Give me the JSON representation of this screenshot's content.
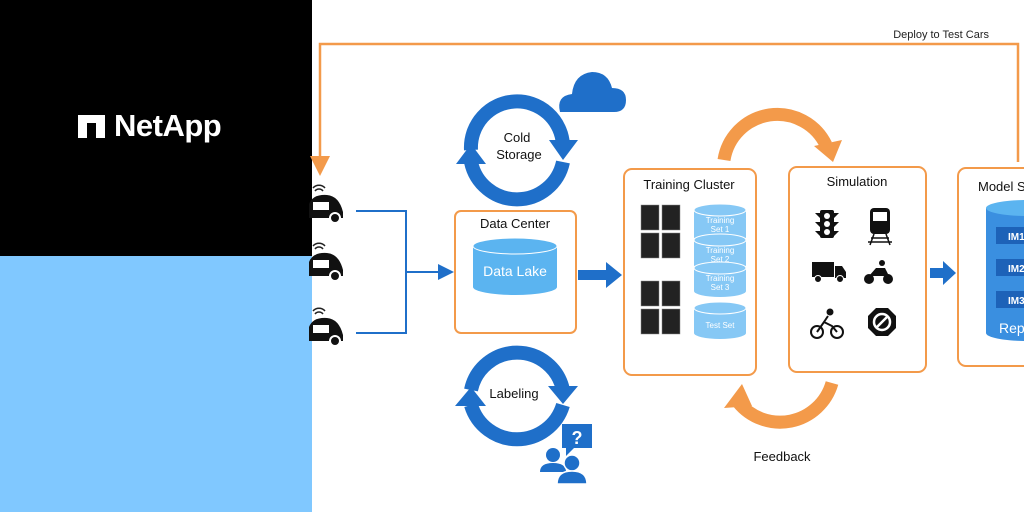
{
  "brand": {
    "name": "NetApp",
    "panel_colors": {
      "top": "#000000",
      "bottom": "#80c8ff"
    }
  },
  "colors": {
    "orange": "#f39a4a",
    "blue": "#1f6fc9",
    "light_blue": "#5bb4f0"
  },
  "diagram": {
    "deploy_label": "Deploy to Test Cars",
    "cold_storage": {
      "line1": "Cold",
      "line2": "Storage"
    },
    "data_center": {
      "title": "Data Center",
      "store": "Data Lake"
    },
    "labeling": {
      "label": "Labeling",
      "question": "?"
    },
    "training_cluster": {
      "title": "Training Cluster",
      "datasets": [
        {
          "line1": "Training",
          "line2": "Set 1"
        },
        {
          "line1": "Training",
          "line2": "Set 2"
        },
        {
          "line1": "Training",
          "line2": "Set 3"
        },
        {
          "line1": "Test Set",
          "line2": ""
        }
      ]
    },
    "simulation": {
      "title": "Simulation",
      "icons": [
        "traffic-light-icon",
        "train-icon",
        "truck-icon",
        "motorcycle-icon",
        "bicycle-icon",
        "no-entry-sign-icon"
      ]
    },
    "feedback_label": "Feedback",
    "model_store": {
      "title": "Model S",
      "models": [
        "IM1",
        "IM2",
        "IM3"
      ],
      "footer": "Rep"
    }
  }
}
